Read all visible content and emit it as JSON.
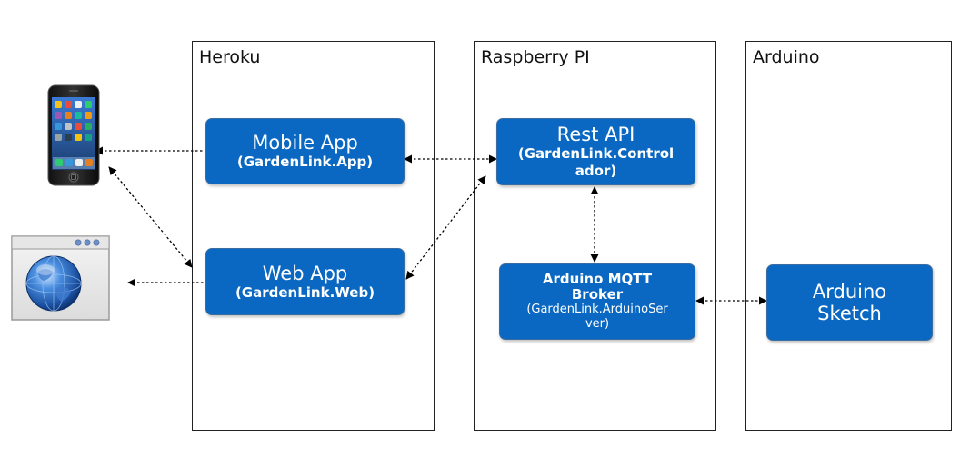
{
  "containers": {
    "heroku": "Heroku",
    "raspberry": "Raspberry PI",
    "arduino": "Arduino"
  },
  "nodes": {
    "mobile_app": {
      "title": "Mobile App",
      "subtitle": "(GardenLink.App)"
    },
    "web_app": {
      "title": "Web App",
      "subtitle": "(GardenLink.Web)"
    },
    "rest_api": {
      "title": "Rest API",
      "subtitle_line1": "(GardenLink.Control",
      "subtitle_line2": "ador)"
    },
    "mqtt_broker": {
      "title_line1": "Arduino MQTT",
      "title_line2": "Broker",
      "subtitle_line1": "(GardenLink.ArduinoSer",
      "subtitle_line2": "ver)"
    },
    "arduino_sketch": {
      "title_line1": "Arduino",
      "title_line2": "Sketch"
    }
  },
  "icons": {
    "phone": "smartphone-icon",
    "browser": "web-browser-icon"
  },
  "colors": {
    "node_fill": "#0a68c2",
    "node_text": "#ffffff",
    "line": "#000000"
  }
}
